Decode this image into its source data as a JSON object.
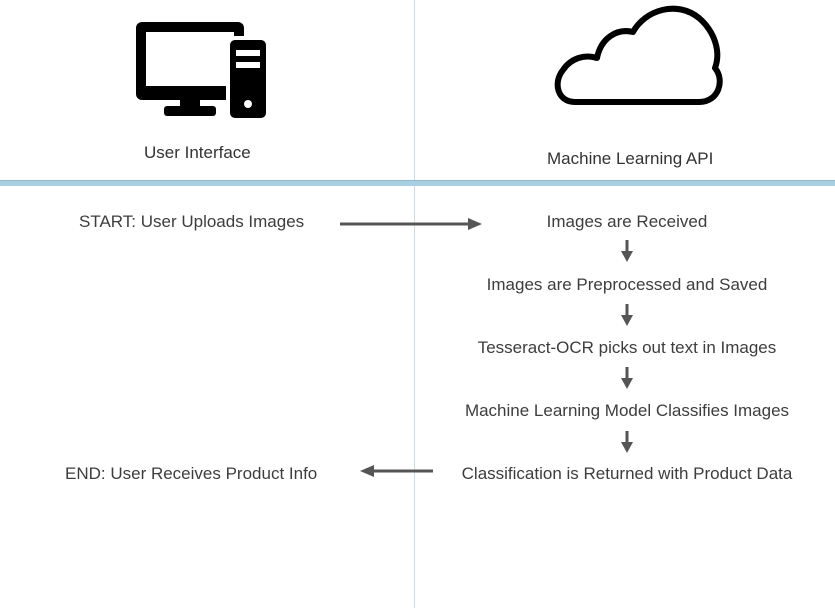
{
  "lanes": {
    "left": {
      "title": "User Interface",
      "icon": "computer-icon"
    },
    "right": {
      "title": "Machine Learning API",
      "icon": "cloud-icon"
    }
  },
  "start_label": "START: User Uploads Images",
  "end_label": "END: User Receives Product Info",
  "steps": [
    "Images are Received",
    "Images are Preprocessed and Saved",
    "Tesseract-OCR picks out text in Images",
    "Machine Learning Model Classifies Images",
    "Classification is Returned with Product Data"
  ],
  "colors": {
    "divider": "#c8dcec",
    "header_rule": "#a9cfe3",
    "arrow": "#555555",
    "icon": "#000000"
  }
}
